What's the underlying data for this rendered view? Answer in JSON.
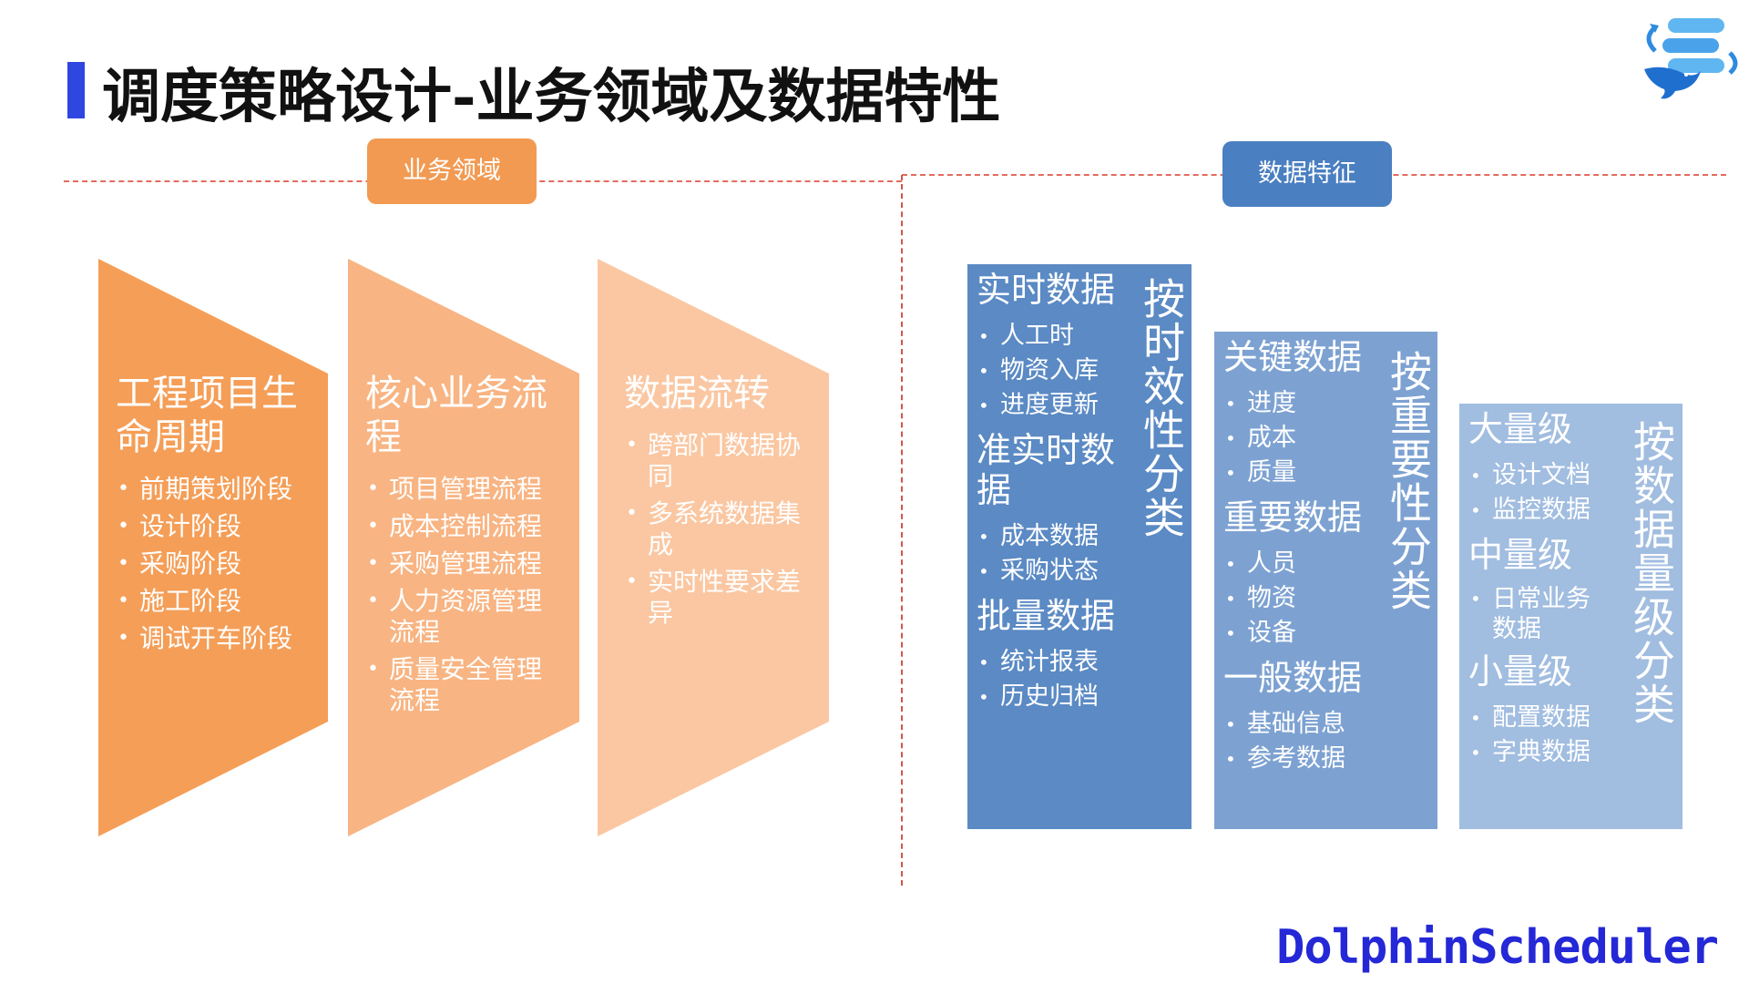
{
  "title": "调度策略设计-业务领域及数据特性",
  "sections": {
    "left_label": "业务领域",
    "right_label": "数据特征"
  },
  "chevrons": [
    {
      "heading": "工程项目生命周期",
      "items": [
        "前期策划阶段",
        "设计阶段",
        "采购阶段",
        "施工阶段",
        "调试开车阶段"
      ]
    },
    {
      "heading": "核心业务流程",
      "items": [
        "项目管理流程",
        "成本控制流程",
        "采购管理流程",
        "人力资源管理流程",
        "质量安全管理流程"
      ]
    },
    {
      "heading": "数据流转",
      "items": [
        "跨部门数据协同",
        "多系统数据集成",
        "实时性要求差异"
      ]
    }
  ],
  "columns": [
    {
      "vertical_label": "按时效性分类",
      "groups": [
        {
          "heading": "实时数据",
          "items": [
            "人工时",
            "物资入库",
            "进度更新"
          ]
        },
        {
          "heading": "准实时数据",
          "items": [
            "成本数据",
            "采购状态"
          ]
        },
        {
          "heading": "批量数据",
          "items": [
            "统计报表",
            "历史归档"
          ]
        }
      ]
    },
    {
      "vertical_label": "按重要性分类",
      "groups": [
        {
          "heading": "关键数据",
          "items": [
            "进度",
            "成本",
            "质量"
          ]
        },
        {
          "heading": "重要数据",
          "items": [
            "人员",
            "物资",
            "设备"
          ]
        },
        {
          "heading": "一般数据",
          "items": [
            "基础信息",
            "参考数据"
          ]
        }
      ]
    },
    {
      "vertical_label": "按数据量级分类",
      "groups": [
        {
          "heading": "大量级",
          "items": [
            "设计文档",
            "监控数据"
          ]
        },
        {
          "heading": "中量级",
          "items": [
            "日常业务数据"
          ]
        },
        {
          "heading": "小量级",
          "items": [
            "配置数据",
            "字典数据"
          ]
        }
      ]
    }
  ],
  "brand": "DolphinScheduler",
  "colors": {
    "title_bar": "#2F46E0",
    "orange_pill": "#F29A52",
    "blue_pill": "#4A7FC1",
    "chevron_1": "#F59E57",
    "chevron_2": "#F8B482",
    "chevron_3": "#FAC7A2",
    "column_1": "#5B8AC4",
    "column_2": "#7DA2D2",
    "column_3": "#A1BDE0",
    "brand": "#2428D6"
  }
}
